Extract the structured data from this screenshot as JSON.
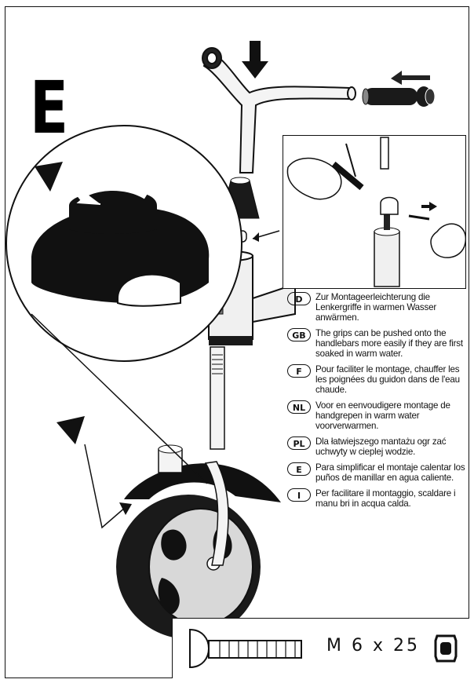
{
  "page": {
    "step_letter": "E"
  },
  "instructions": [
    {
      "code": "D",
      "text": "Zur Montageerleichterung die Lenkergriffe in warmen Wasser anwärmen."
    },
    {
      "code": "GB",
      "text": "The grips can be pushed onto the handlebars more easily if they are first soaked in warm water."
    },
    {
      "code": "F",
      "text": "Pour faciliter le montage, chauffer les les poignées du guidon dans de l'eau chaude."
    },
    {
      "code": "NL",
      "text": "Voor en eenvoudigere montage de handgrepen in warm water voorverwarmen."
    },
    {
      "code": "PL",
      "text": "Dla łatwiejszego mantażu ogr zać  uchwyty w cieplej wodzie."
    },
    {
      "code": "E",
      "text": "Para simplificar el montaje calentar los puños de manillar en agua caliente."
    },
    {
      "code": "I",
      "text": "Per facilitare il montaggio, scaldare i manu bri in acqua calda."
    }
  ],
  "hardware": {
    "bolt_spec": "M 6 x 25"
  },
  "icons": [
    "warning-icon",
    "arrow-down-icon",
    "arrow-left-icon",
    "bolt-icon",
    "nut-icon"
  ]
}
